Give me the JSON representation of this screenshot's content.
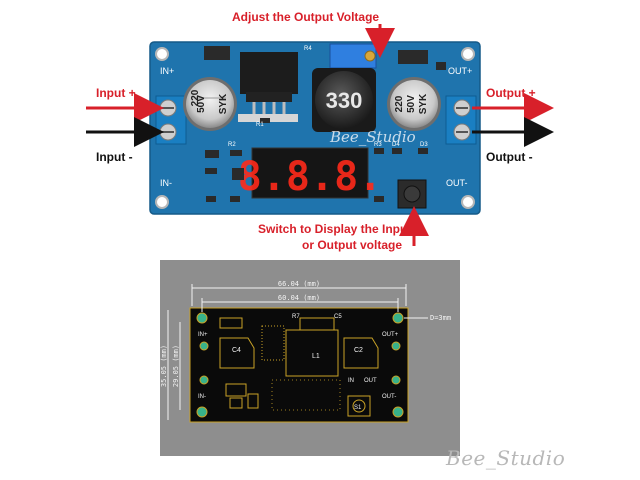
{
  "annotations": {
    "adjust_voltage": "Adjust the Output Voltage",
    "input_plus": "Input +",
    "input_minus": "Input -",
    "output_plus": "Output +",
    "output_minus": "Output -",
    "switch_line1": "Switch to Display the Input",
    "switch_line2": "or Output voltage"
  },
  "board": {
    "label_in_plus": "IN+",
    "label_in_minus": "IN-",
    "label_out_plus": "OUT+",
    "label_out_minus": "OUT-",
    "cap_left": [
      "220",
      "50V",
      "SYK"
    ],
    "cap_right": [
      "220",
      "50V",
      "SYK"
    ],
    "inductor_code": "330",
    "watermark": "Bee_Studio",
    "display_digits": "8.8.8.",
    "silk_r4": "R4",
    "silk_r2": "R2",
    "silk_r1": "R1",
    "silk_r3": "R3",
    "silk_d4": "D4",
    "silk_d3": "D3"
  },
  "pcb": {
    "dim_outer": "66.04 (mm)",
    "dim_inner": "60.04 (mm)",
    "dim_height_outer": "35.05 (mm)",
    "dim_height_inner": "29.05 (mm)",
    "hole_note": "D=3mm",
    "silk_in_plus": "IN+",
    "silk_in_minus": "IN-",
    "silk_out_plus": "OUT+",
    "silk_out_minus": "OUT-",
    "silk_c4": "C4",
    "silk_c2": "C2",
    "silk_l1": "L1",
    "silk_r7": "R7",
    "silk_c5": "C5",
    "silk_in": "IN",
    "silk_out": "OUT",
    "silk_s1": "S1"
  },
  "brand_text": "Bee_Studio",
  "colors": {
    "annotation_red": "#d8202a",
    "board_blue": "#1f74ad",
    "pcb_black": "#0a0a0a",
    "pcb_gold": "#c9a227",
    "display_red": "#ff2a1a"
  }
}
